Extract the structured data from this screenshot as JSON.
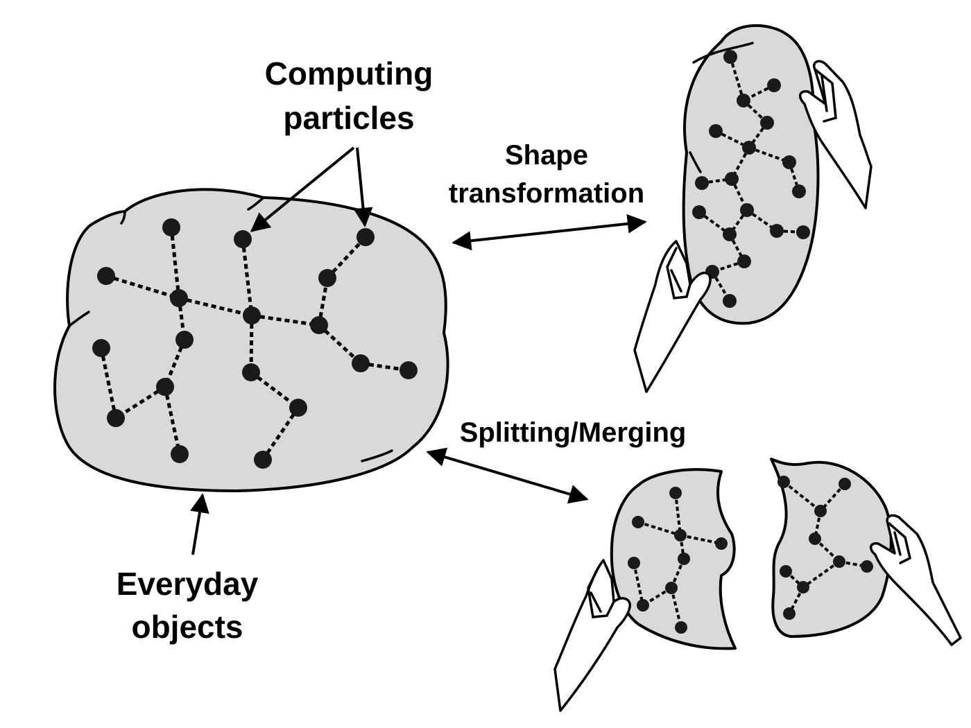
{
  "labels": {
    "computing_particles_line1": "Computing",
    "computing_particles_line2": "particles",
    "shape_transformation_line1": "Shape",
    "shape_transformation_line2": "transformation",
    "splitting_merging": "Splitting/Merging",
    "everyday_objects_line1": "Everyday",
    "everyday_objects_line2": "objects"
  },
  "colors": {
    "object_fill": "#d9d9d9",
    "outline": "#000000",
    "particle": "#1a1a1a",
    "background": "#ffffff"
  }
}
